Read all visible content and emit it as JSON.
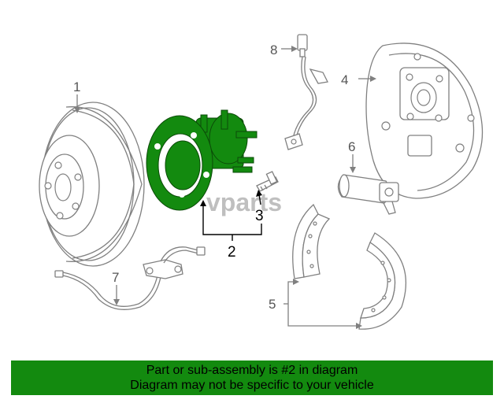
{
  "callouts": {
    "c1": "1",
    "c2": "2",
    "c3": "3",
    "c4": "4",
    "c5": "5",
    "c6": "6",
    "c7": "7",
    "c8": "8"
  },
  "watermark": "vparts",
  "banner": {
    "line1": "Part or sub-assembly is #2 in diagram",
    "line2": "Diagram may not be specific to your vehicle"
  },
  "colors": {
    "highlight": "#138a0f",
    "banner_bg": "#138a0f",
    "line": "#808080"
  }
}
